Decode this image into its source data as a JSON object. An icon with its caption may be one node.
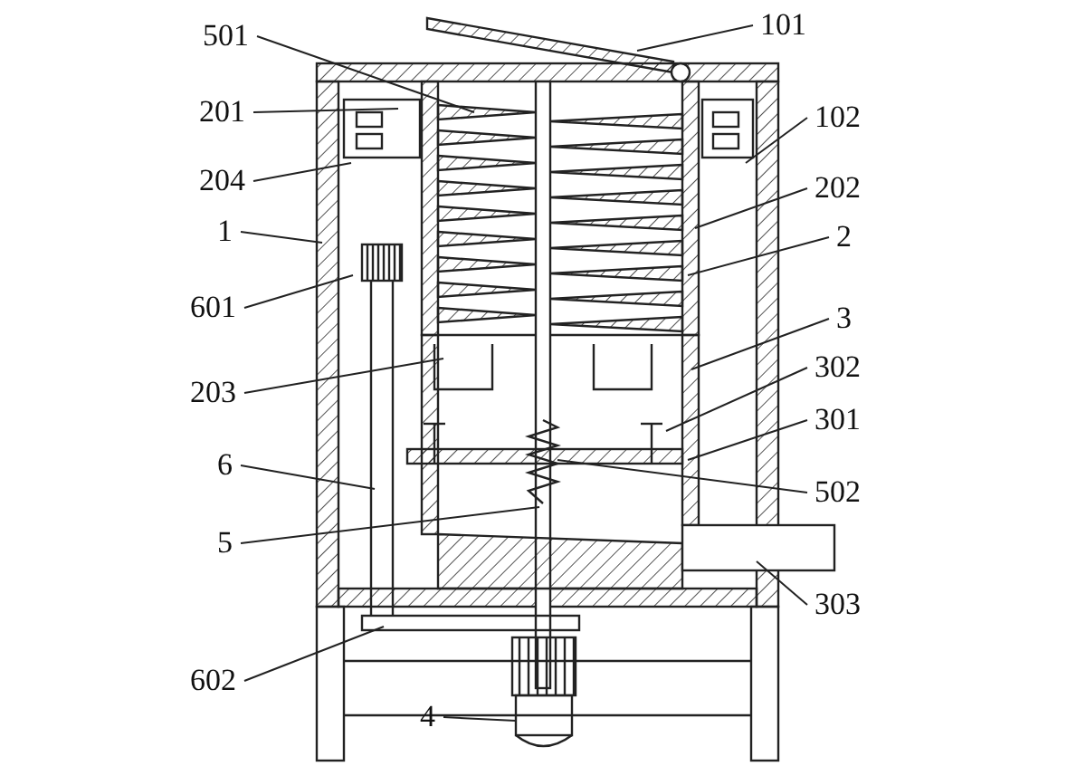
{
  "diagram": {
    "nodes": [
      {
        "text": [
          "101"
        ]
      },
      {
        "text": [
          "501"
        ]
      },
      {
        "text": [
          "201"
        ]
      },
      {
        "text": [
          "102"
        ]
      },
      {
        "text": [
          "204"
        ]
      },
      {
        "text": [
          "202"
        ]
      },
      {
        "text": [
          "1"
        ]
      },
      {
        "text": [
          "2"
        ]
      },
      {
        "text": [
          "601"
        ]
      },
      {
        "text": [
          "3"
        ]
      },
      {
        "text": [
          "203"
        ]
      },
      {
        "text": [
          "302"
        ]
      },
      {
        "text": [
          "301"
        ]
      },
      {
        "text": [
          "6"
        ]
      },
      {
        "text": [
          "502"
        ]
      },
      {
        "text": [
          "5"
        ]
      },
      {
        "text": [
          "303"
        ]
      },
      {
        "text": [
          "602"
        ]
      },
      {
        "text": [
          "4"
        ]
      }
    ],
    "edges": [
      {
        "from": 0,
        "to": null,
        "arrow": "none"
      },
      {
        "from": 1,
        "to": null,
        "arrow": "none"
      },
      {
        "from": 2,
        "to": null,
        "arrow": "none"
      },
      {
        "from": 3,
        "to": null,
        "arrow": "none"
      },
      {
        "from": 4,
        "to": null,
        "arrow": "none"
      },
      {
        "from": 5,
        "to": null,
        "arrow": "none"
      },
      {
        "from": 6,
        "to": null,
        "arrow": "none"
      },
      {
        "from": 7,
        "to": null,
        "arrow": "none"
      },
      {
        "from": 8,
        "to": null,
        "arrow": "none"
      },
      {
        "from": 9,
        "to": null,
        "arrow": "none"
      },
      {
        "from": 10,
        "to": null,
        "arrow": "none"
      },
      {
        "from": 11,
        "to": null,
        "arrow": "none"
      },
      {
        "from": 12,
        "to": null,
        "arrow": "none"
      },
      {
        "from": 13,
        "to": null,
        "arrow": "none"
      },
      {
        "from": 14,
        "to": null,
        "arrow": "none"
      },
      {
        "from": 15,
        "to": null,
        "arrow": "none"
      },
      {
        "from": 16,
        "to": null,
        "arrow": "none"
      },
      {
        "from": 17,
        "to": null,
        "arrow": "none"
      },
      {
        "from": 18,
        "to": null,
        "arrow": "none"
      }
    ]
  }
}
